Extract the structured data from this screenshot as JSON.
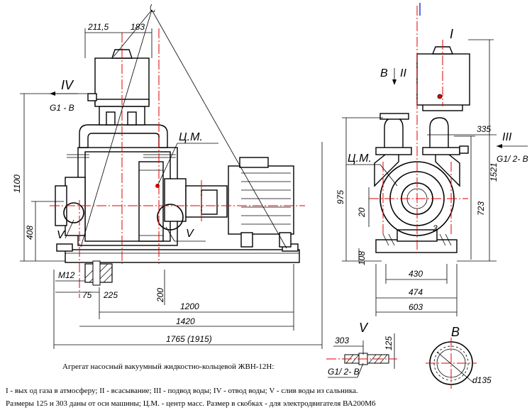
{
  "colors": {
    "axis": "#e00000",
    "line": "#000000",
    "accent_blue": "#1a2fd0"
  },
  "labels": {
    "view_IV": "IV",
    "g1b": "G1 - B",
    "view_I": "I",
    "view_B": "B",
    "view_II": "II",
    "view_III": "III",
    "g1_2b_right": "G1/ 2- B",
    "cm_left": "Ц.М.",
    "cm_right": "Ц.М.",
    "v_left": "V",
    "v_mid": "V",
    "m12": "M12",
    "view_V": "V",
    "g1_2b_section": "G1/ 2- B",
    "view_B_bottom": "B",
    "d135": "d135"
  },
  "dimensions": {
    "d211_5": "211,5",
    "d183": "183",
    "d1100": "1100",
    "d408": "408",
    "d75": "75",
    "d225": "225",
    "d200": "200",
    "d1200": "1200",
    "d1420": "1420",
    "d1765": "1765 (1915)",
    "d335": "335",
    "d1521": "1521",
    "d975": "975",
    "d723": "723",
    "d20": "20",
    "d3": "3",
    "d108": "108",
    "d430": "430",
    "d474": "474",
    "d603": "603",
    "d303": "303",
    "d125": "125"
  },
  "caption": {
    "title": "Агрегат насосный вакуумный жидкостно-кольцевой ЖВН-12Н:",
    "legend": "I -  вых од газа в атмосферу; II - всасывание; III - подвод воды; IV - отвод воды; V - слив воды из сальника.",
    "note": "Размеры 125 и 303 даны от оси машины;  Ц.М. - центр масс. Размер в скобках - для электродвигателя ВА200М6"
  }
}
